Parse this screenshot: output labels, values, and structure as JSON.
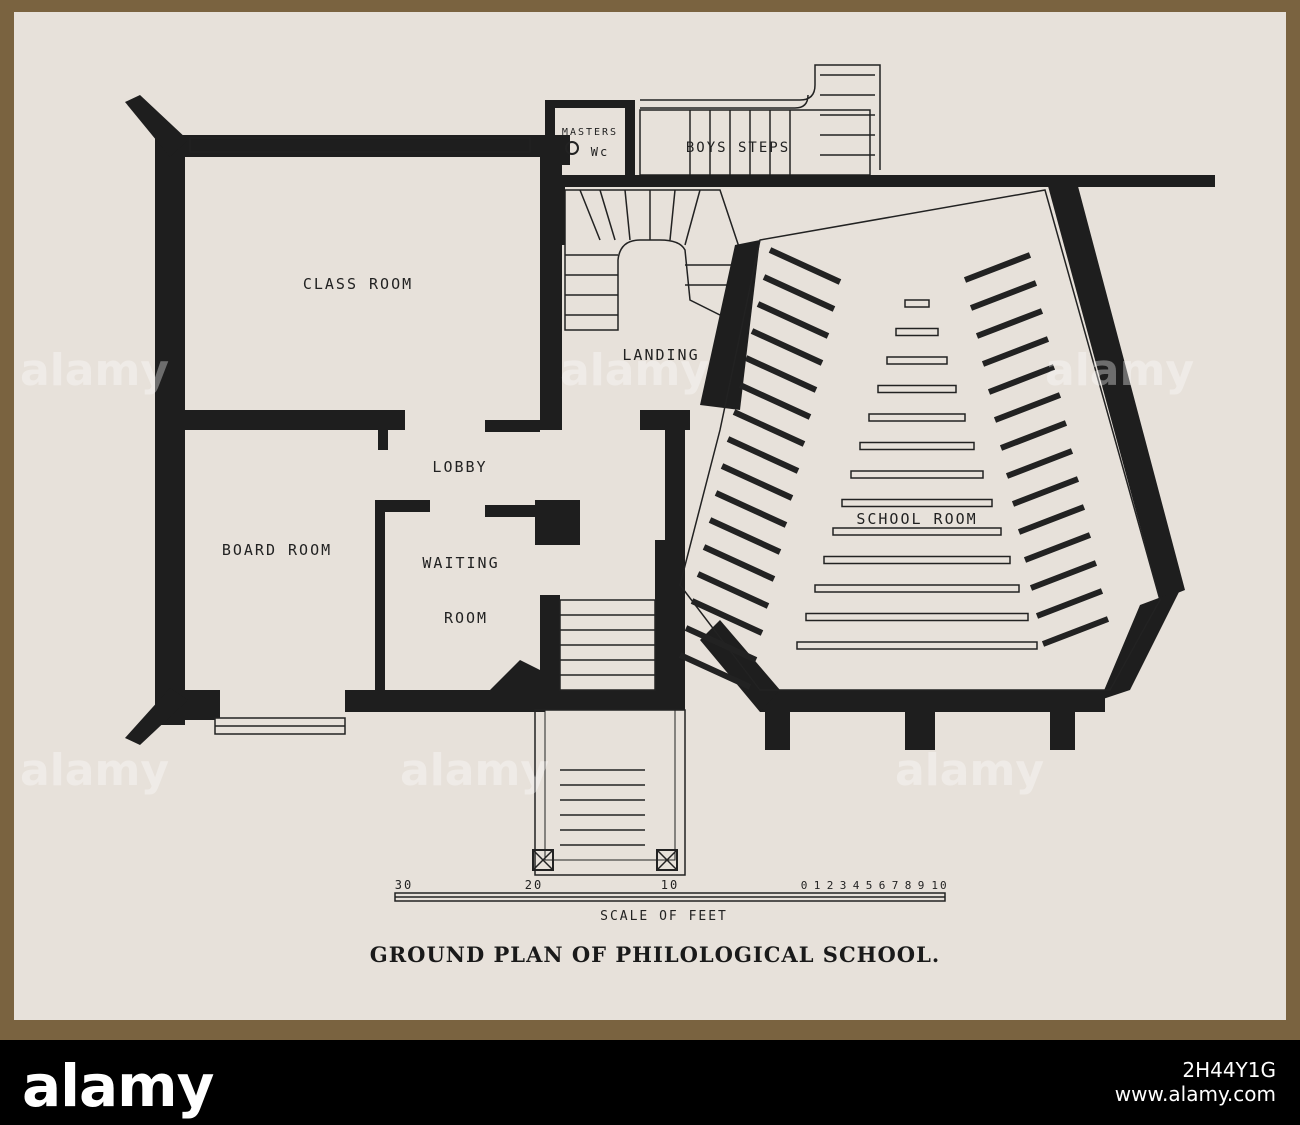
{
  "labels": {
    "class_room": "CLASS ROOM",
    "landing": "LANDING",
    "lobby": "LOBBY",
    "board_room": "BOARD ROOM",
    "waiting": "WAITING",
    "room": "ROOM",
    "school_room": "SCHOOL ROOM",
    "masters": "MASTERS",
    "wc": "Wc",
    "boys_steps": "BOYS STEPS"
  },
  "scale": {
    "ticks": [
      "30",
      "20",
      "10",
      "0",
      "1",
      "2",
      "3",
      "4",
      "5",
      "6",
      "7",
      "8",
      "9",
      "10"
    ],
    "title": "SCALE OF FEET"
  },
  "caption": "GROUND PLAN OF PHILOLOGICAL SCHOOL.",
  "watermark": "alamy",
  "footer": {
    "brand": "alamy",
    "image_id": "2H44Y1G",
    "site": "www.alamy.com"
  },
  "colors": {
    "paper": "#e7e1da",
    "ink": "#1e1e1e",
    "mount": "#7a6340"
  }
}
